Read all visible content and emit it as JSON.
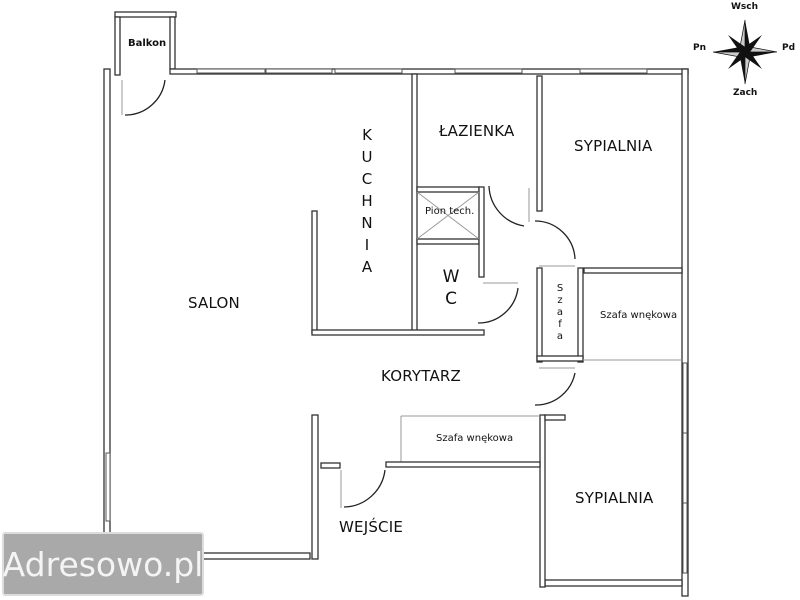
{
  "rooms": {
    "balkon": "Balkon",
    "salon": "SALON",
    "kuchnia": [
      "K",
      "U",
      "C",
      "H",
      "N",
      "I",
      "A"
    ],
    "lazienka": "ŁAZIENKA",
    "sypialnia_top": "SYPIALNIA",
    "sypialnia_bottom": "SYPIALNIA",
    "pion_tech": "Pion tech.",
    "wc": [
      "W",
      "C"
    ],
    "szafa": [
      "S",
      "z",
      "a",
      "f",
      "a"
    ],
    "szafa_wnekowa_right": "Szafa wnękowa",
    "szafa_wnekowa_bottom": "Szafa wnękowa",
    "korytarz": "KORYTARZ",
    "wejscie": "WEJŚCIE"
  },
  "compass": {
    "top": "Wsch",
    "left": "Pn",
    "right": "Pd",
    "bottom": "Zach"
  },
  "watermark": "Adresowo.pl",
  "colors": {
    "wall_stroke": "#333333",
    "watermark_bg": "#a9a9a9",
    "watermark_text": "#f4f4f4"
  }
}
